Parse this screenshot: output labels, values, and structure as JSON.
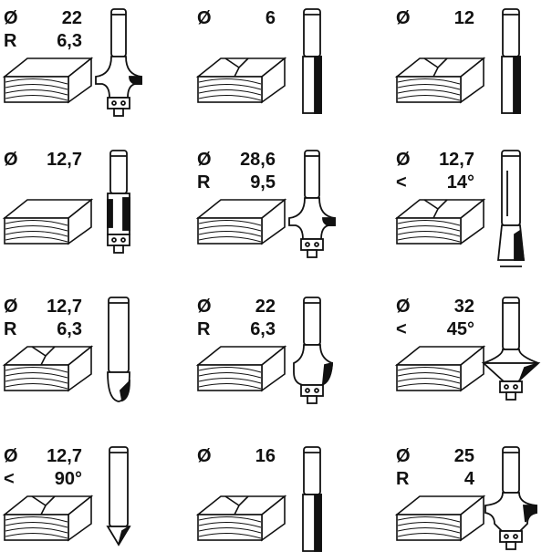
{
  "cells": [
    {
      "lines": [
        {
          "sym": "Ø",
          "val": "22"
        },
        {
          "sym": "R",
          "val": "6,3"
        }
      ],
      "bit": "roundover-bearing"
    },
    {
      "lines": [
        {
          "sym": "Ø",
          "val": "6"
        }
      ],
      "bit": "straight"
    },
    {
      "lines": [
        {
          "sym": "Ø",
          "val": "12"
        }
      ],
      "bit": "straight"
    },
    {
      "lines": [
        {
          "sym": "Ø",
          "val": "12,7"
        }
      ],
      "bit": "flush-trim"
    },
    {
      "lines": [
        {
          "sym": "Ø",
          "val": "28,6"
        },
        {
          "sym": "R",
          "val": "9,5"
        }
      ],
      "bit": "roundover-bearing"
    },
    {
      "lines": [
        {
          "sym": "Ø",
          "val": "12,7"
        },
        {
          "sym": "<",
          "val": "14°"
        }
      ],
      "bit": "dovetail"
    },
    {
      "lines": [
        {
          "sym": "Ø",
          "val": "12,7"
        },
        {
          "sym": "R",
          "val": "6,3"
        }
      ],
      "bit": "core-box"
    },
    {
      "lines": [
        {
          "sym": "Ø",
          "val": "22"
        },
        {
          "sym": "R",
          "val": "6,3"
        }
      ],
      "bit": "cove"
    },
    {
      "lines": [
        {
          "sym": "Ø",
          "val": "32"
        },
        {
          "sym": "<",
          "val": "45°"
        }
      ],
      "bit": "chamfer"
    },
    {
      "lines": [
        {
          "sym": "Ø",
          "val": "12,7"
        },
        {
          "sym": "<",
          "val": "90°"
        }
      ],
      "bit": "v-groove"
    },
    {
      "lines": [
        {
          "sym": "Ø",
          "val": "16"
        }
      ],
      "bit": "straight"
    },
    {
      "lines": [
        {
          "sym": "Ø",
          "val": "25"
        },
        {
          "sym": "R",
          "val": "4"
        }
      ],
      "bit": "ogee"
    }
  ]
}
